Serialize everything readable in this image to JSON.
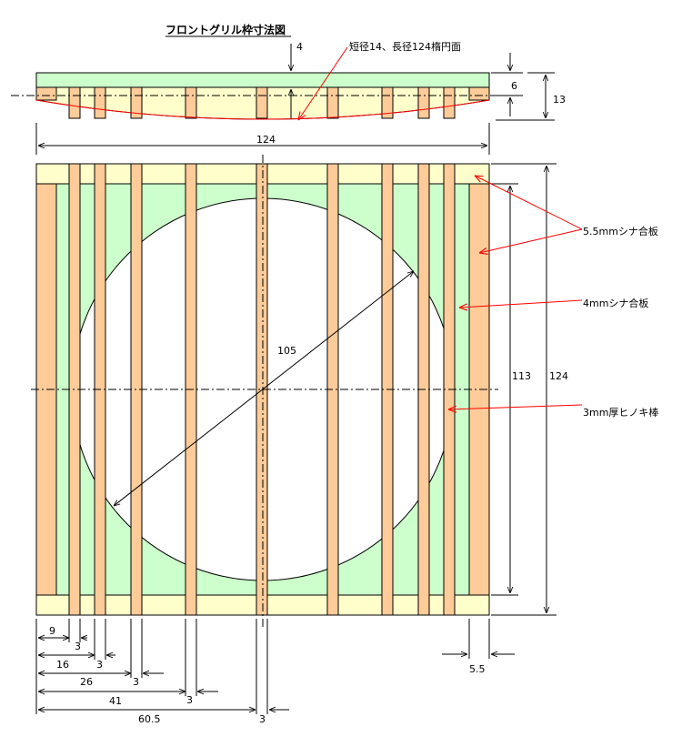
{
  "title": "フロントグリル枠寸法図",
  "top_view": {
    "ellipse_note": "短径14、長径124楕円面",
    "depth_label": "4",
    "thickness_label": "6",
    "height_label": "13",
    "width_label": "124"
  },
  "front_view": {
    "diameter_label": "105",
    "inner_height_label": "113",
    "outer_height_label": "124"
  },
  "callouts": {
    "plywood_55": "5.5mmシナ合板",
    "plywood_4": "4mmシナ合板",
    "hinoki_bar": "3mm厚ヒノキ棒"
  },
  "bottom_dims": {
    "d9": "9",
    "d16": "16",
    "d26": "26",
    "d41": "41",
    "d605": "60.5",
    "bar_width": "3",
    "side_width": "5.5"
  },
  "colors": {
    "outline": "#000000",
    "frame_green": "#ccffcc",
    "frame_yellow": "#ffffcc",
    "bar_orange": "#ffcc99",
    "leader_red": "#ff0000"
  }
}
